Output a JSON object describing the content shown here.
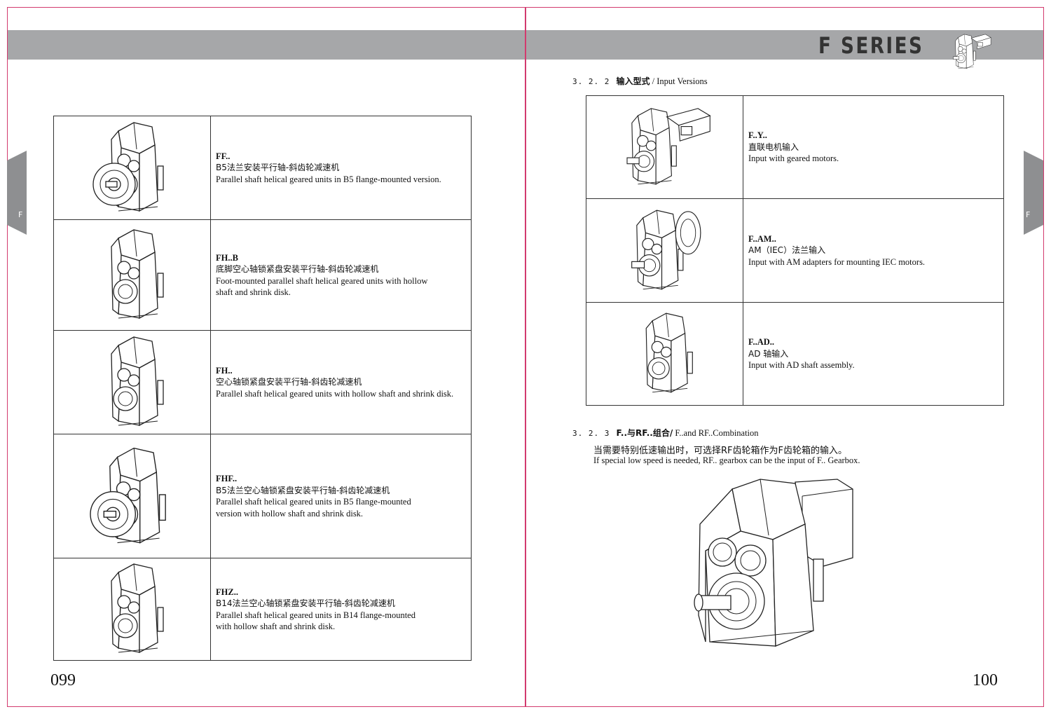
{
  "header": {
    "series_title": "F SERIES",
    "side_tab_label": "F"
  },
  "left_page": {
    "page_number": "099",
    "rows": [
      {
        "code": "FF..",
        "cn": "B5法兰安装平行轴-斜齿轮减速机",
        "en": [
          "Parallel shaft helical geared units in B5 flange-mounted version."
        ],
        "icon": "flange-gearbox-icon"
      },
      {
        "code": "FH..B",
        "cn": "底脚空心轴锁紧盘安装平行轴-斜齿轮减速机",
        "en": [
          "Foot-mounted parallel shaft helical geared units with hollow",
          "shaft and shrink disk."
        ],
        "icon": "foot-mounted-gearbox-icon"
      },
      {
        "code": "FH..",
        "cn": "空心轴锁紧盘安装平行轴-斜齿轮减速机",
        "en": [
          "Parallel shaft helical geared units with hollow shaft and shrink disk."
        ],
        "icon": "hollow-shaft-gearbox-icon"
      },
      {
        "code": "FHF..",
        "cn": "B5法兰空心轴锁紧盘安装平行轴-斜齿轮减速机",
        "en": [
          "Parallel shaft helical geared units in B5 flange-mounted",
          "version with hollow shaft and shrink disk."
        ],
        "icon": "flange-hollow-gearbox-icon"
      },
      {
        "code": "FHZ..",
        "cn": "B14法兰空心轴锁紧盘安装平行轴-斜齿轮减速机",
        "en": [
          "Parallel shaft helical geared units in B14 flange-mounted",
          "with hollow shaft and shrink disk."
        ],
        "icon": "b14-flange-gearbox-icon"
      }
    ]
  },
  "right_page": {
    "page_number": "100",
    "section1": {
      "number": "3. 2. 2",
      "title_cn": "输入型式",
      "title_en": "/ Input Versions"
    },
    "rows": [
      {
        "code": "F..Y..",
        "cn": "直联电机输入",
        "en": "Input with geared motors.",
        "icon": "geared-motor-icon"
      },
      {
        "code": "F..AM..",
        "cn": "AM（IEC）法兰输入",
        "en": "Input with AM adapters for mounting IEC motors.",
        "icon": "am-adapter-gearbox-icon"
      },
      {
        "code": "F..AD..",
        "cn": "AD 轴输入",
        "en": "Input with AD shaft assembly.",
        "icon": "ad-shaft-gearbox-icon"
      }
    ],
    "section2": {
      "number": "3. 2. 3",
      "title_cn": "F..与RF..组合/",
      "title_en": "F..and RF..Combination"
    },
    "para_cn": "当需要特别低速输出时，可选择RF齿轮箱作为F齿轮箱的输入。",
    "para_en": "If special low speed is needed, RF.. gearbox can be the input of  F.. Gearbox."
  }
}
